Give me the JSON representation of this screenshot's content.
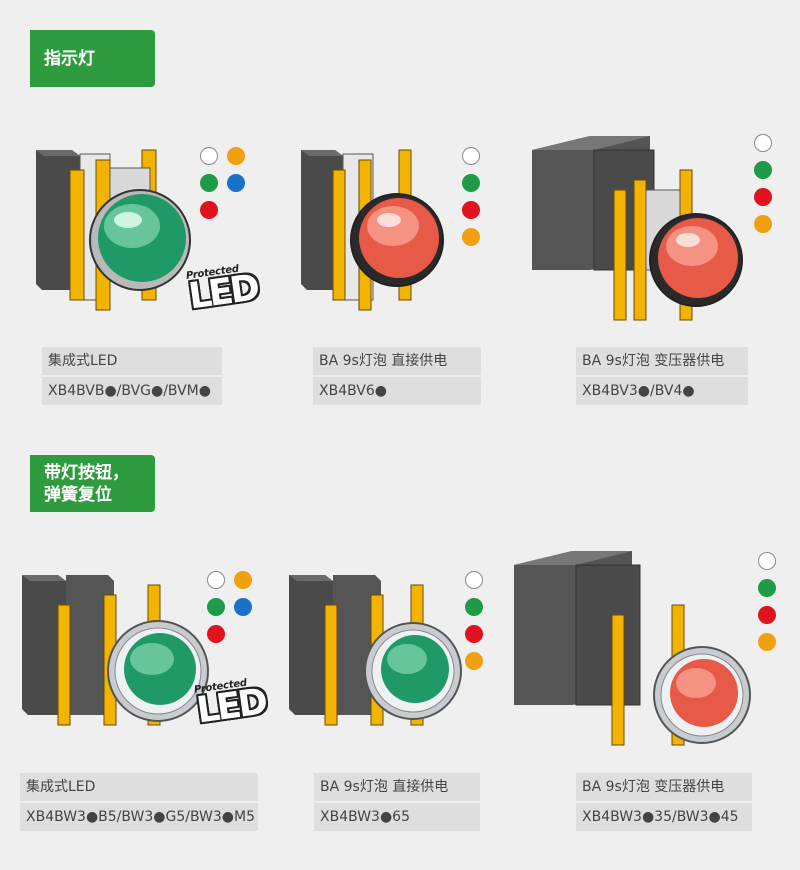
{
  "sections": [
    {
      "tag_lines": [
        "指示灯"
      ],
      "products": [
        {
          "dots": [
            "#ffffff",
            "#f0a010",
            "#1f9a48",
            "#1a72c8",
            "#e0121e"
          ],
          "led_logo": {
            "small": "Protected",
            "big": "LED"
          },
          "name": "集成式LED",
          "code": "XB4BVB●/BVG●/BVM●"
        },
        {
          "dots": [
            "#ffffff",
            "#1f9a48",
            "#e0121e",
            "#f0a010"
          ],
          "name": "BA 9s灯泡  直接供电",
          "code": "XB4BV6●"
        },
        {
          "dots": [
            "#ffffff",
            "#1f9a48",
            "#e0121e",
            "#f0a010"
          ],
          "name": "BA 9s灯泡  变压器供电",
          "code": "XB4BV3●/BV4●"
        }
      ]
    },
    {
      "tag_lines": [
        "带灯按钮，",
        "弹簧复位"
      ],
      "products": [
        {
          "dots": [
            "#ffffff",
            "#f0a010",
            "#1f9a48",
            "#1a72c8",
            "#e0121e"
          ],
          "led_logo": {
            "small": "Protected",
            "big": "LED"
          },
          "name": "集成式LED",
          "code": "XB4BW3●B5/BW3●G5/BW3●M5"
        },
        {
          "dots": [
            "#ffffff",
            "#1f9a48",
            "#e0121e",
            "#f0a010"
          ],
          "name": "BA 9s灯泡  直接供电",
          "code": "XB4BW3●65"
        },
        {
          "dots": [
            "#ffffff",
            "#1f9a48",
            "#e0121e",
            "#f0a010"
          ],
          "name": "BA 9s灯泡  变压器供电",
          "code": "XB4BW3●35/BW3●45"
        }
      ]
    }
  ]
}
